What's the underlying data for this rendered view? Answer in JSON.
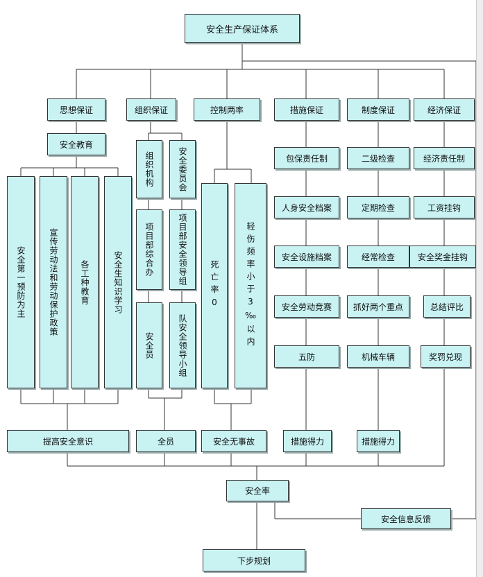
{
  "title": "安全生产保证体系",
  "categories": {
    "thought": "思想保证",
    "org": "组织保证",
    "control": "控制两率",
    "measures": "措施保证",
    "system": "制度保证",
    "economic": "经济保证"
  },
  "thought": {
    "education": "安全教育",
    "items": [
      "安全第一预防为主",
      "宣传劳动法和劳动保护政策",
      "各工种教育",
      "安全生知识学习"
    ],
    "result": "提高安全意识"
  },
  "org": {
    "left": [
      "组织机构",
      "项目部综合办",
      "安全员"
    ],
    "right": [
      "安全委员会",
      "项目部安全领导组",
      "队安全领导小组"
    ],
    "result": "全员"
  },
  "control": {
    "death": "死亡率0",
    "injury": "轻伤频率小于3‰以内",
    "result": "安全无事故"
  },
  "measures": {
    "items": [
      "包保责任制",
      "人身安全档案",
      "安全设施档案",
      "安全劳动竞赛",
      "五防"
    ],
    "result": "措施得力"
  },
  "system": {
    "items": [
      "二级检查",
      "定期检查",
      "经常检查",
      "抓好两个重点",
      "机械车辆"
    ],
    "result": "措施得力"
  },
  "economic": {
    "items": [
      "经济责任制",
      "工资挂钩",
      "安全奖金挂钩",
      "总结评比",
      "奖罚兑现"
    ]
  },
  "bottom": {
    "safety_rate": "安全率",
    "feedback": "安全信息反馈",
    "plan": "下步规划"
  },
  "colors": {
    "box_fill": "#c9f2f3",
    "border": "#333333",
    "line": "#333333"
  }
}
